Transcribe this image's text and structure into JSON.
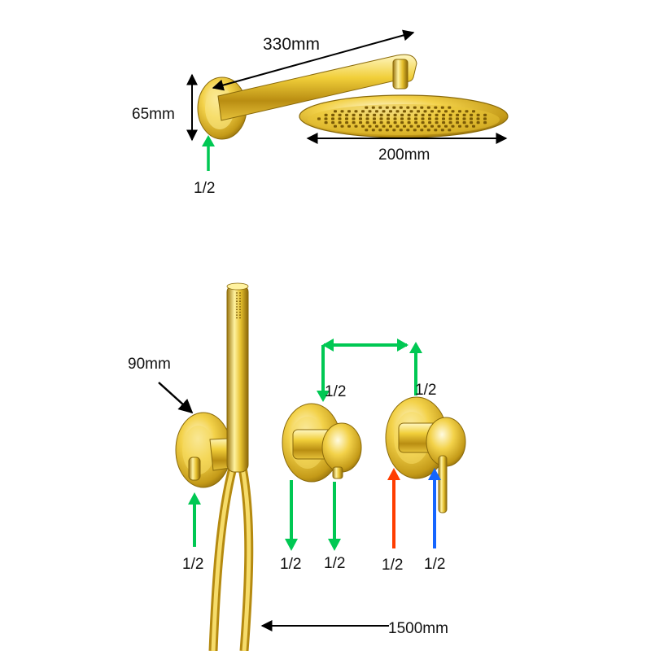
{
  "colors": {
    "gold_light": "#fff6b0",
    "gold_mid": "#e8c430",
    "gold_dark": "#8a6a0a",
    "arrow_green": "#00c853",
    "arrow_red": "#ff3d00",
    "arrow_blue": "#1565ff",
    "dimension_black": "#000000"
  },
  "top_section": {
    "arm_length": "330mm",
    "flange_height": "65mm",
    "head_diameter": "200mm",
    "inlet": "1/2"
  },
  "bottom_section": {
    "outlet_diameter": "90mm",
    "hose_length": "1500mm",
    "diverter_top_left": "1/2",
    "diverter_top_right": "1/2",
    "handshower_inlet": "1/2",
    "diverter_out_left": "1/2",
    "diverter_out_right": "1/2",
    "mixer_hot_in": "1/2",
    "mixer_cold_in": "1/2"
  }
}
